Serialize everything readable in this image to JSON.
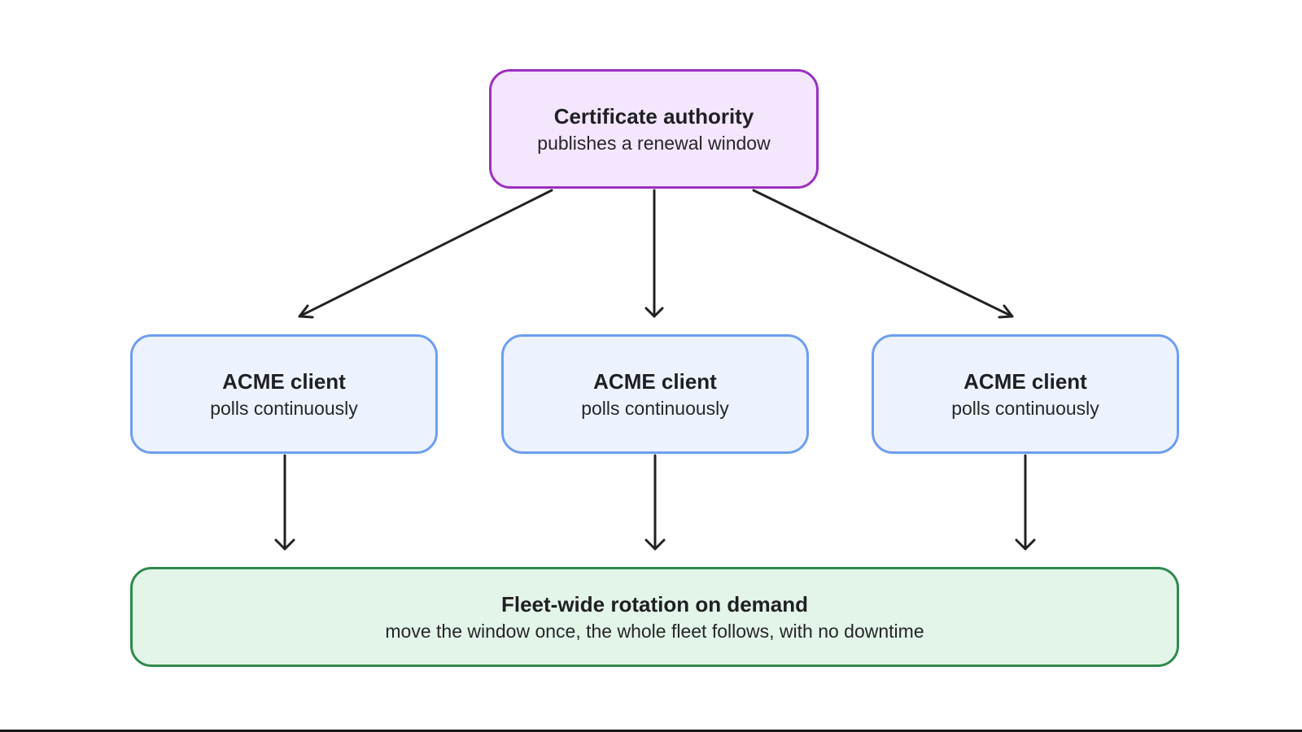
{
  "diagram": {
    "nodes": {
      "certificate_authority": {
        "title": "Certificate authority",
        "subtitle": "publishes a renewal window"
      },
      "clients": [
        {
          "title": "ACME client",
          "subtitle": "polls continuously"
        },
        {
          "title": "ACME client",
          "subtitle": "polls continuously"
        },
        {
          "title": "ACME client",
          "subtitle": "polls continuously"
        }
      ],
      "fleet": {
        "title": "Fleet-wide rotation on demand",
        "subtitle": "move the window once, the whole fleet follows, with no downtime"
      }
    },
    "edges": [
      {
        "from": "certificate_authority",
        "to": "client-1"
      },
      {
        "from": "certificate_authority",
        "to": "client-2"
      },
      {
        "from": "certificate_authority",
        "to": "client-3"
      },
      {
        "from": "client-1",
        "to": "fleet"
      },
      {
        "from": "client-2",
        "to": "fleet"
      },
      {
        "from": "client-3",
        "to": "fleet"
      }
    ],
    "colors": {
      "authority_fill": "#f4e6fc",
      "authority_border": "#9b2fc1",
      "client_fill": "#ecf3ff",
      "client_border": "#6d9ef0",
      "fleet_fill": "#e3f5e8",
      "fleet_border": "#2f8a4a",
      "arrow": "#222222"
    }
  }
}
